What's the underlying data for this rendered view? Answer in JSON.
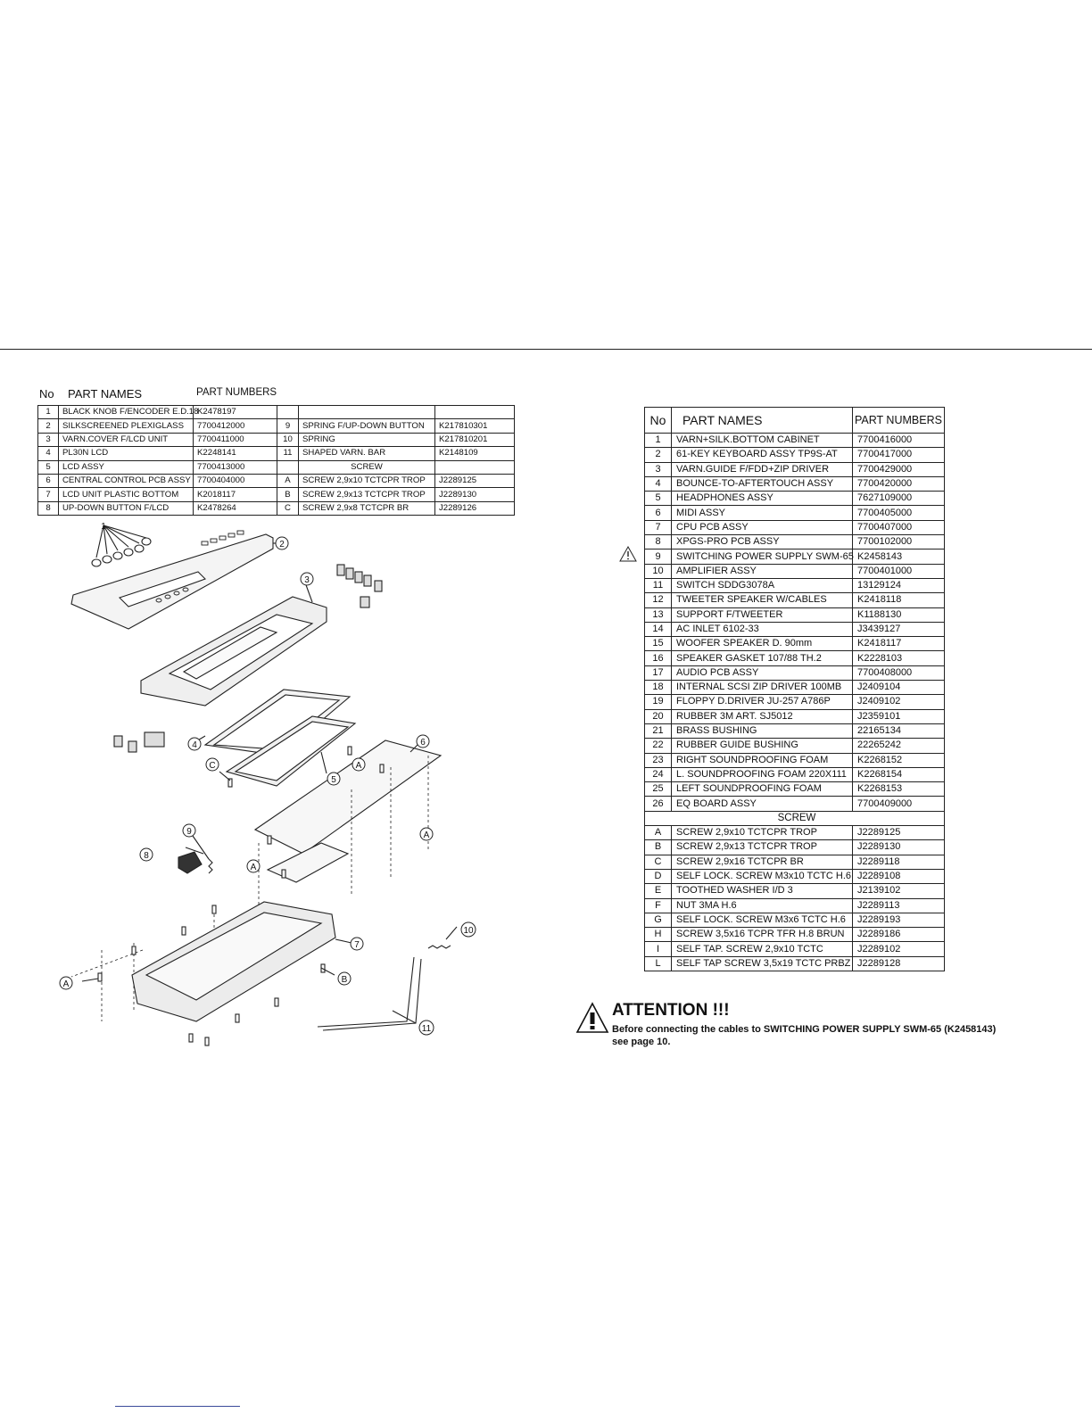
{
  "left_table": {
    "header": {
      "no": "No",
      "names": "PART NAMES",
      "numbers": "PART NUMBERS"
    },
    "rows": [
      {
        "no": "1",
        "name": "BLACK KNOB F/ENCODER E.D.18",
        "num": "K2478197",
        "no2": "",
        "name2": "",
        "num2": ""
      },
      {
        "no": "2",
        "name": "SILKSCREENED PLEXIGLASS",
        "num": "7700412000",
        "no2": "9",
        "name2": "SPRING F/UP-DOWN BUTTON",
        "num2": "K217810301"
      },
      {
        "no": "3",
        "name": "VARN.COVER F/LCD UNIT",
        "num": "7700411000",
        "no2": "10",
        "name2": "SPRING",
        "num2": "K217810201"
      },
      {
        "no": "4",
        "name": "PL30N LCD",
        "num": "K2248141",
        "no2": "11",
        "name2": "SHAPED VARN. BAR",
        "num2": "K2148109"
      },
      {
        "no": "5",
        "name": "LCD ASSY",
        "num": "7700413000",
        "no2": "",
        "name2": "SCREW",
        "num2": ""
      },
      {
        "no": "6",
        "name": "CENTRAL CONTROL PCB ASSY",
        "num": "7700404000",
        "no2": "A",
        "name2": "SCREW 2,9x10 TCTCPR TROP",
        "num2": "J2289125"
      },
      {
        "no": "7",
        "name": "LCD UNIT PLASTIC BOTTOM",
        "num": "K2018117",
        "no2": "B",
        "name2": "SCREW 2,9x13 TCTCPR TROP",
        "num2": "J2289130"
      },
      {
        "no": "8",
        "name": "UP-DOWN BUTTON F/LCD",
        "num": "K2478264",
        "no2": "C",
        "name2": "SCREW 2,9x8 TCTCPR BR",
        "num2": "J2289126"
      }
    ]
  },
  "right_table": {
    "header": {
      "no": "No",
      "names": "PART NAMES",
      "numbers": "PART NUMBERS"
    },
    "rows": [
      {
        "no": "1",
        "name": "VARN+SILK.BOTTOM CABINET",
        "num": "7700416000"
      },
      {
        "no": "2",
        "name": "61-KEY KEYBOARD ASSY TP9S-AT",
        "num": "7700417000"
      },
      {
        "no": "3",
        "name": "VARN.GUIDE F/FDD+ZIP DRIVER",
        "num": "7700429000"
      },
      {
        "no": "4",
        "name": "BOUNCE-TO-AFTERTOUCH ASSY",
        "num": "7700420000"
      },
      {
        "no": "5",
        "name": "HEADPHONES ASSY",
        "num": "7627109000"
      },
      {
        "no": "6",
        "name": "MIDI ASSY",
        "num": "7700405000"
      },
      {
        "no": "7",
        "name": "CPU PCB ASSY",
        "num": "7700407000"
      },
      {
        "no": "8",
        "name": "XPGS-PRO PCB ASSY",
        "num": "7700102000"
      },
      {
        "no": "9",
        "name": "SWITCHING POWER SUPPLY SWM-65",
        "num": "K2458143"
      },
      {
        "no": "10",
        "name": "AMPLIFIER ASSY",
        "num": "7700401000"
      },
      {
        "no": "11",
        "name": "SWITCH SDDG3078A",
        "num": "13129124"
      },
      {
        "no": "12",
        "name": "TWEETER SPEAKER W/CABLES",
        "num": "K2418118"
      },
      {
        "no": "13",
        "name": "SUPPORT F/TWEETER",
        "num": "K1188130"
      },
      {
        "no": "14",
        "name": "AC INLET 6102-33",
        "num": "J3439127"
      },
      {
        "no": "15",
        "name": "WOOFER SPEAKER D. 90mm",
        "num": "K2418117"
      },
      {
        "no": "16",
        "name": "SPEAKER GASKET 107/88 TH.2",
        "num": "K2228103"
      },
      {
        "no": "17",
        "name": "AUDIO PCB ASSY",
        "num": "7700408000"
      },
      {
        "no": "18",
        "name": "INTERNAL SCSI ZIP DRIVER 100MB",
        "num": "J2409104"
      },
      {
        "no": "19",
        "name": "FLOPPY D.DRIVER JU-257 A786P",
        "num": "J2409102"
      },
      {
        "no": "20",
        "name": "RUBBER 3M ART. SJ5012",
        "num": "J2359101"
      },
      {
        "no": "21",
        "name": "BRASS BUSHING",
        "num": "22165134"
      },
      {
        "no": "22",
        "name": "RUBBER GUIDE BUSHING",
        "num": "22265242"
      },
      {
        "no": "23",
        "name": "RIGHT SOUNDPROOFING FOAM",
        "num": "K2268152"
      },
      {
        "no": "24",
        "name": "L. SOUNDPROOFING FOAM 220X111",
        "num": "K2268154"
      },
      {
        "no": "25",
        "name": "LEFT SOUNDPROOFING FOAM",
        "num": "K2268153"
      },
      {
        "no": "26",
        "name": "EQ BOARD ASSY",
        "num": "7700409000"
      }
    ],
    "screw_label": "SCREW",
    "screws": [
      {
        "no": "A",
        "name": "SCREW 2,9x10 TCTCPR TROP",
        "num": "J2289125"
      },
      {
        "no": "B",
        "name": "SCREW 2,9x13 TCTCPR TROP",
        "num": "J2289130"
      },
      {
        "no": "C",
        "name": "SCREW 2,9x16 TCTCPR BR",
        "num": "J2289118"
      },
      {
        "no": "D",
        "name": "SELF LOCK. SCREW M3x10 TCTC H.6",
        "num": "J2289108"
      },
      {
        "no": "E",
        "name": "TOOTHED WASHER I/D 3",
        "num": "J2139102"
      },
      {
        "no": "F",
        "name": "NUT 3MA H.6",
        "num": "J2289113"
      },
      {
        "no": "G",
        "name": "SELF LOCK. SCREW M3x6 TCTC H.6",
        "num": "J2289193"
      },
      {
        "no": "H",
        "name": "SCREW 3,5x16 TCPR TFR H.8 BRUN",
        "num": "J2289186"
      },
      {
        "no": "I",
        "name": "SELF TAP. SCREW 2,9x10 TCTC",
        "num": "J2289102"
      },
      {
        "no": "L",
        "name": "SELF TAP SCREW 3,5x19 TCTC PRBZ",
        "num": "J2289128"
      }
    ]
  },
  "attention": {
    "title": "ATTENTION !!!",
    "line1": "Before connecting the cables to SWITCHING POWER SUPPLY SWM-65 (K2458143)",
    "line2": "see page 10."
  },
  "callouts": [
    "1",
    "2",
    "3",
    "4",
    "5",
    "6",
    "7",
    "8",
    "9",
    "10",
    "11",
    "A",
    "A",
    "A",
    "A",
    "B",
    "C"
  ]
}
